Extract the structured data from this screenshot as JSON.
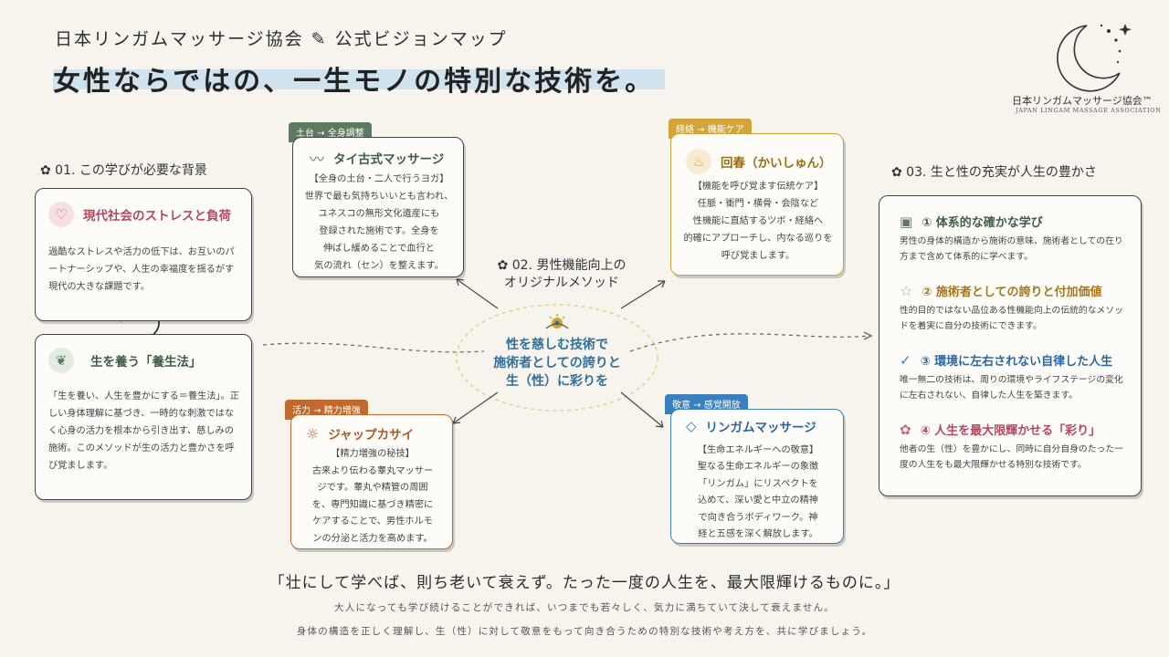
{
  "header": {
    "subtitle": "日本リンガムマッサージ協会 ✎ 公式ビジョンマップ",
    "title": "女性ならではの、一生モノの特別な技術を。"
  },
  "logo": {
    "name": "日本リンガムマッサージ協会™",
    "english": "JAPAN LINGAM MASSAGE ASSOCIATION"
  },
  "left": {
    "heading": "✿ 01. この学びが必要な背景",
    "card1": {
      "title": "現代社会のストレスと負荷",
      "icon": "heart-icon",
      "text": "過酷なストレスや活力の低下は、お互いのパートナーシップや、人生の幸福度を揺るがす現代の大きな課題です。"
    },
    "card2": {
      "title": "生を養う「養生法」",
      "icon": "sprout-icon",
      "text": "「生を養い、人生を豊かにする＝養生法」。正しい身体理解に基づき、一時的な刺激ではなく心身の活力を根本から引き出す、慈しみの施術。このメソッドが生の活力と豊かさを呼び覚まします。"
    }
  },
  "center": {
    "heading": "✿ 02. 男性機能向上の",
    "heading2": "オリジナルメソッド",
    "hub": [
      "性を慈しむ技術で",
      "施術者としての誇りと",
      "生（性）に彩りを"
    ],
    "thai": {
      "tag": "土台 → 全身調整",
      "title": "タイ古式マッサージ",
      "icon": "wave-icon",
      "lines": [
        "【全身の土台・二人で行うヨガ】",
        "世界で最も気持ちいいとも言われ、",
        "ユネスコの無形文化遺産にも",
        "登録された施術です。全身を",
        "伸ばし緩めることで血行と",
        "気の流れ（セン）を整えます。"
      ]
    },
    "kaishun": {
      "tag": "経絡 → 機能ケア",
      "title": "回春（かいしゅん）",
      "icon": "drop-icon",
      "lines": [
        "【機能を呼び覚ます伝統ケア】",
        "任脈・衝門・横骨・会陰など",
        "性機能に直結するツボ・経絡へ",
        "的確にアプローチし、内なる巡りを",
        "呼び覚まします。"
      ]
    },
    "jap": {
      "tag": "活力 → 精力増強",
      "title": "ジャップカサイ",
      "icon": "sun-icon",
      "lines": [
        "【精力増強の秘技】",
        "古来より伝わる睾丸マッサー",
        "ジです。睾丸や精管の周囲",
        "を、専門知識に基づき精密に",
        "ケアすることで、男性ホルモ",
        "ンの分泌と活力を高めます。"
      ]
    },
    "lingam": {
      "tag": "敬意 → 感覚開放",
      "title": "リンガムマッサージ",
      "icon": "drop-outline-icon",
      "lines": [
        "【生命エネルギーへの敬意】",
        "聖なる生命エネルギーの象徴",
        "「リンガム」にリスペクトを",
        "込めて、深い愛と中立の精神",
        "で向き合うボディワーク。神",
        "経と五感を深く解放します。"
      ]
    }
  },
  "right": {
    "heading": "✿ 03. 生と性の充実が人生の豊かさ",
    "items": [
      {
        "title": "① 体系的な確かな学び",
        "icon": "book-icon",
        "text": "男性の身体的構造から施術の意味、施術者としての在り方まで含めて体系的に学べます。"
      },
      {
        "title": "② 施術者としての誇りと付加価値",
        "icon": "star-icon",
        "text": "性的目的ではない品位ある性機能向上の伝統的なメソッドを着実に自分の技術にできます。"
      },
      {
        "title": "③ 環境に左右されない自律した人生",
        "icon": "check-badge-icon",
        "text": "唯一無二の技術は、周りの環境やライフステージの変化に左右されない、自律した人生を築きます。"
      },
      {
        "title": "④ 人生を最大限輝かせる「彩り」",
        "icon": "flower-icon",
        "text": "他者の生（性）を豊かにし、同時に自分自身のたった一度の人生をも最大限輝かせる特別な技術です。"
      }
    ]
  },
  "footer": {
    "quote": "「壮にして学べば、則ち老いて衰えず。たった一度の人生を、最大限輝けるものに。」",
    "line1": "大人になっても学び続けることができれば、いつまでも若々しく、気力に満ちていて決して衰えません。",
    "line2": "身体の構造を正しく理解し、生（性）に対して敬意をもって向き合うための特別な技術や考え方を、共に学びましょう。"
  },
  "colors": {
    "green": "#5b7a5f",
    "gold": "#d2a43a",
    "rust": "#c26a2d",
    "blue": "#3a7fc0",
    "pink": "#c46b7a"
  }
}
